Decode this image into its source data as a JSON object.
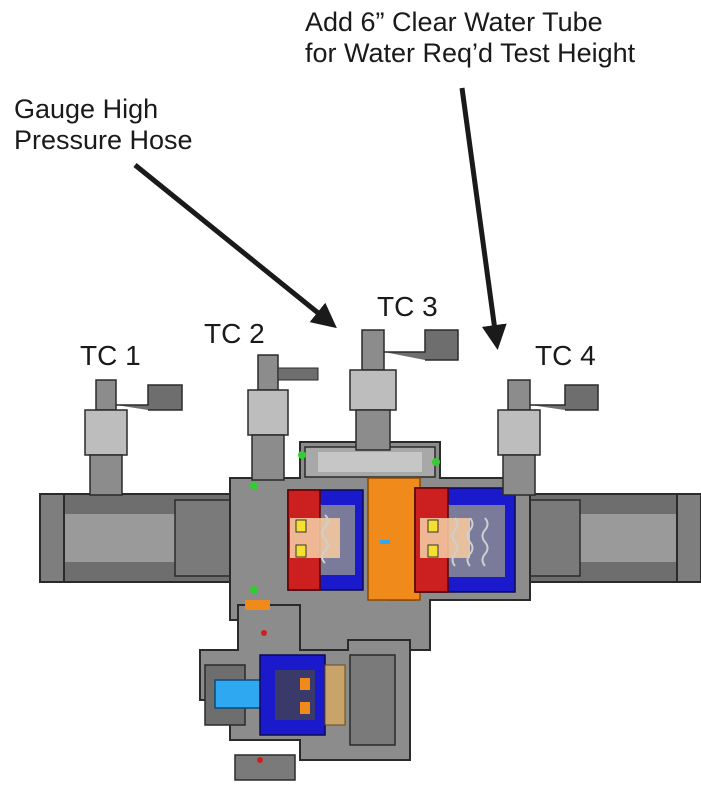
{
  "callouts": {
    "water_tube_line1": "Add 6” Clear Water Tube",
    "water_tube_line2": "for Water Req’d Test Height",
    "gauge_hose_line1": "Gauge High",
    "gauge_hose_line2": "Pressure Hose"
  },
  "test_cocks": {
    "tc1": "TC 1",
    "tc2": "TC 2",
    "tc3": "TC 3",
    "tc4": "TC 4"
  },
  "colors": {
    "body_gray": "#8c8c8c",
    "dark_gray": "#5a5a5a",
    "light_gray": "#b4b4b4",
    "check_blue": "#1a1acc",
    "check_red": "#cc1f1f",
    "center_orange": "#f08a1a",
    "relief_cyan": "#2ea8f0",
    "seat_tan": "#f3c8a0",
    "spring_yellow": "#f5e030",
    "seal_green": "#33cc33"
  }
}
